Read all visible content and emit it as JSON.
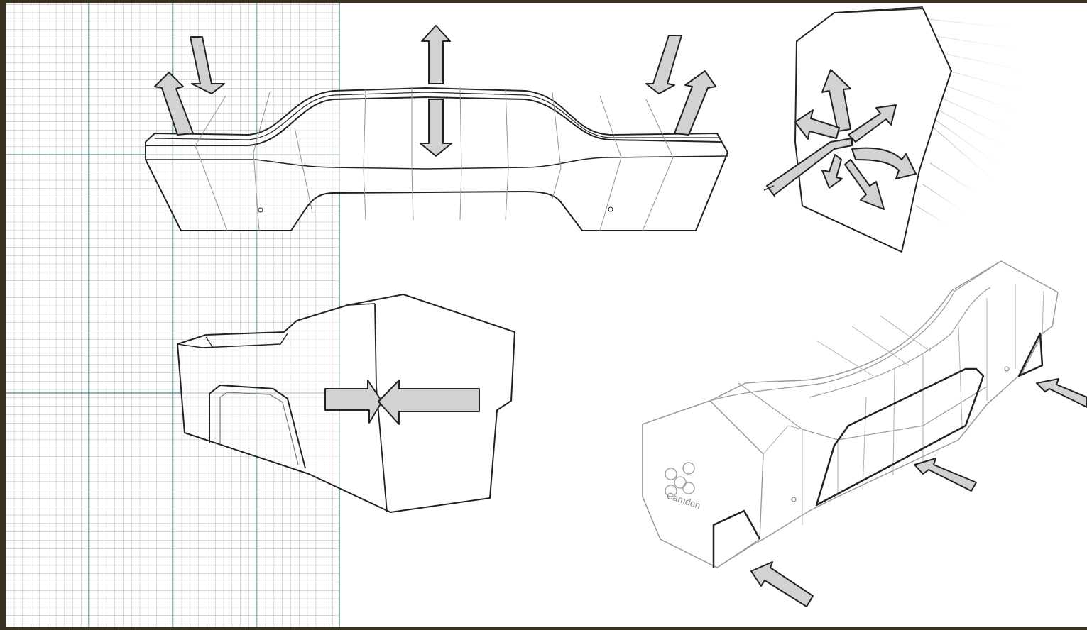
{
  "colors": {
    "frame": "#3a3220",
    "paper": "#ffffff",
    "grid_fine": "#8f8f8f",
    "grid_major": "#1f6b6b",
    "line": "#222222",
    "light_line": "#9a9a9a",
    "arrow_fill": "#d2d2d2"
  },
  "illustrations": [
    {
      "name": "top-block-with-vertical-arrows"
    },
    {
      "name": "end-block-with-radiating-arrows"
    },
    {
      "name": "side-view-block-with-compression-arrows"
    },
    {
      "name": "perspective-block-with-push-arrows"
    }
  ],
  "logo": {
    "text": "Camden",
    "icon": "flower-logo-icon"
  }
}
